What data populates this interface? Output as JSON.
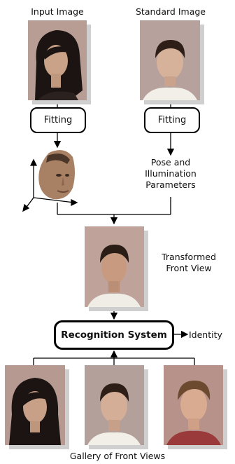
{
  "labels": {
    "input_image": "Input Image",
    "standard_image": "Standard Image",
    "fitting_left": "Fitting",
    "fitting_right": "Fitting",
    "pose_params": [
      "Pose and",
      "Illumination",
      "Parameters"
    ],
    "transformed": [
      "Transformed",
      "Front View"
    ],
    "recognition_system": "Recognition System",
    "identity": "Identity",
    "gallery": "Gallery of Front Views"
  },
  "colors": {
    "photo_bg": "#b79c93",
    "shadow": "#cfcfcf",
    "stroke": "#000000"
  }
}
